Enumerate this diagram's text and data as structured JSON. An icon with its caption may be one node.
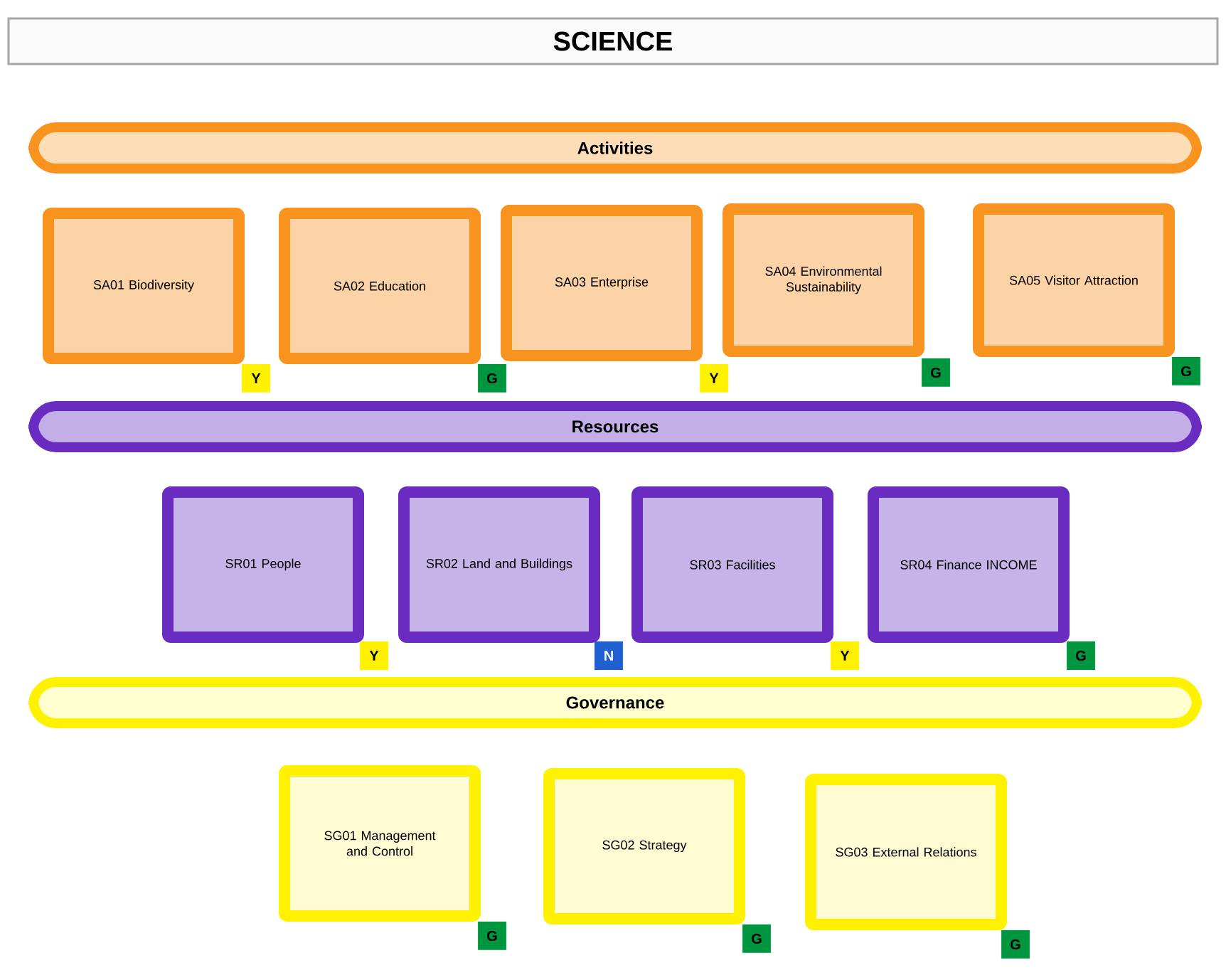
{
  "diagram": {
    "title": "SCIENCE",
    "nodes": [
      {
        "text": [
          "Activities"
        ]
      },
      {
        "text": [
          "SA01 Biodiversity"
        ]
      },
      {
        "text": [
          "SA02 Education"
        ]
      },
      {
        "text": [
          "SA03 Enterprise"
        ]
      },
      {
        "text": [
          "SA04 Environmental Sustainability"
        ]
      },
      {
        "text": [
          "SA05 Visitor Attraction"
        ]
      },
      {
        "text": [
          "Y"
        ]
      },
      {
        "text": [
          "G"
        ]
      },
      {
        "text": [
          "Y"
        ]
      },
      {
        "text": [
          "G"
        ]
      },
      {
        "text": [
          "G"
        ]
      },
      {
        "text": [
          "Resources"
        ]
      },
      {
        "text": [
          "SR01 People"
        ]
      },
      {
        "text": [
          "SR02 Land and Buildings"
        ]
      },
      {
        "text": [
          "SR03 Facilities"
        ]
      },
      {
        "text": [
          "SR04 Finance INCOME"
        ]
      },
      {
        "text": [
          "Y"
        ]
      },
      {
        "text": [
          "N"
        ]
      },
      {
        "text": [
          "Y"
        ]
      },
      {
        "text": [
          "G"
        ]
      },
      {
        "text": [
          "Governance"
        ]
      },
      {
        "text": [
          "SG01 Management and Control"
        ]
      },
      {
        "text": [
          "SG02 Strategy"
        ]
      },
      {
        "text": [
          "SG03 External Relations"
        ]
      },
      {
        "text": [
          "G"
        ]
      },
      {
        "text": [
          "G"
        ]
      },
      {
        "text": [
          "G"
        ]
      }
    ]
  }
}
